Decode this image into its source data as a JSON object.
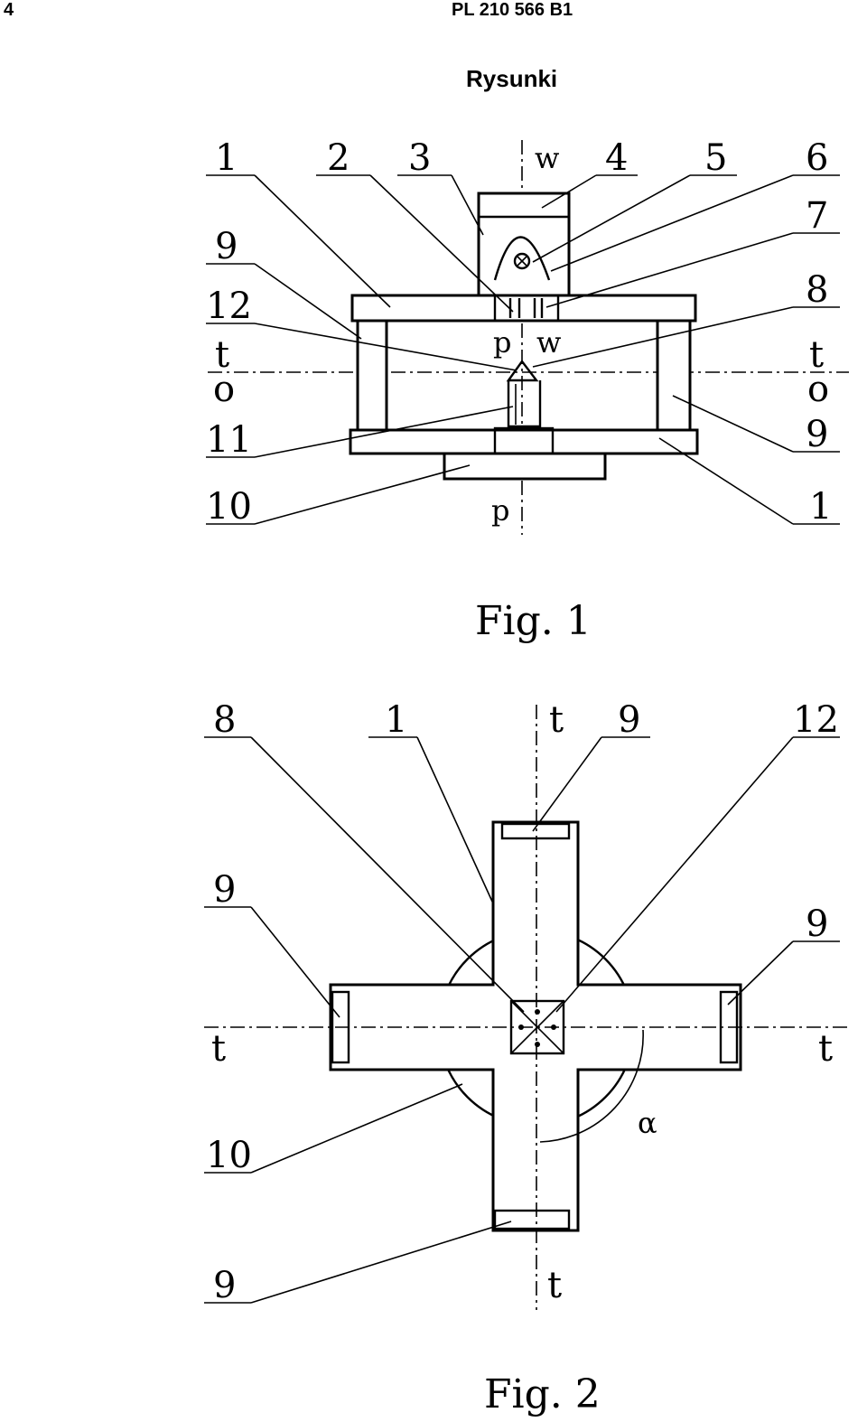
{
  "header": {
    "page_number": "4",
    "patent_number": "PL 210 566 B1",
    "section_title": "Rysunki"
  },
  "fig1": {
    "caption": "Fig. 1",
    "labels": {
      "l1a": "1",
      "l2": "2",
      "l3": "3",
      "l4": "4",
      "l5": "5",
      "l6": "6",
      "l7": "7",
      "l8": "8",
      "l9a": "9",
      "l9b": "9",
      "l12": "12",
      "l11": "11",
      "l10": "10",
      "l1b": "1",
      "t_left": "t",
      "o_left": "o",
      "t_right": "t",
      "o_right": "o",
      "w_top": "w",
      "p_mid": "p",
      "w_mid": "w",
      "p_bottom": "p"
    }
  },
  "fig2": {
    "caption": "Fig. 2",
    "labels": {
      "l8": "8",
      "l1": "1",
      "t_top": "t",
      "l9_top": "9",
      "l12": "12",
      "l9_left": "9",
      "l9_right": "9",
      "t_left": "t",
      "t_right": "t",
      "l10": "10",
      "alpha": "α",
      "l9_bottom": "9",
      "t_bottom": "t"
    }
  }
}
